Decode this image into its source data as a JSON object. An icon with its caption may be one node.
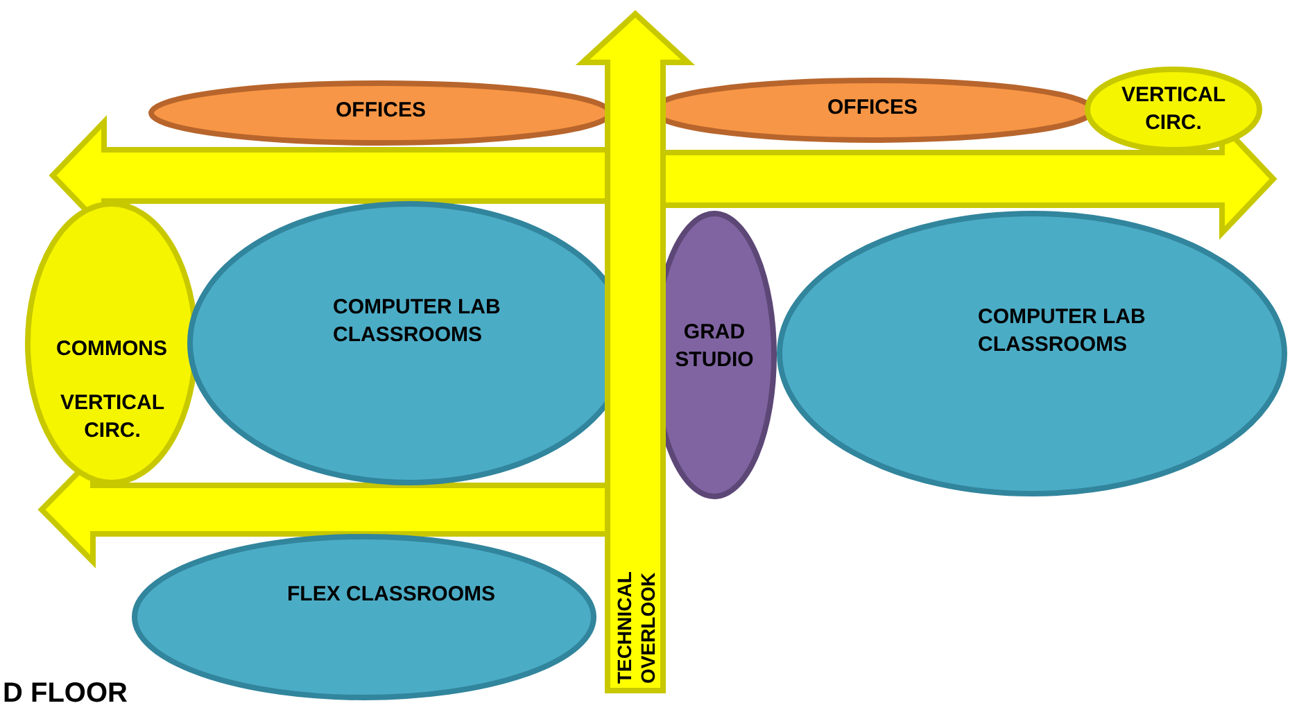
{
  "diagram": {
    "nodes": [
      {
        "text": [
          "OFFICES"
        ]
      },
      {
        "text": [
          "OFFICES"
        ]
      },
      {
        "text": [
          "VERTICAL CIRC."
        ]
      },
      {
        "text": [
          "COMMONS",
          "VERTICAL CIRC."
        ]
      },
      {
        "text": [
          "COMPUTER LAB CLASSROOMS"
        ]
      },
      {
        "text": [
          "GRAD STUDIO"
        ]
      },
      {
        "text": [
          "COMPUTER LAB CLASSROOMS"
        ]
      },
      {
        "text": [
          "FLEX CLASSROOMS"
        ]
      },
      {
        "text": [
          "TECHNICAL OVERLOOK"
        ]
      }
    ],
    "edges": [
      {
        "from": 8,
        "to": null,
        "arrow": "to"
      },
      {
        "from": 8,
        "to": null,
        "arrow": "to"
      },
      {
        "from": 8,
        "to": null,
        "arrow": "to"
      }
    ],
    "labels": [
      "D FLOOR"
    ]
  }
}
